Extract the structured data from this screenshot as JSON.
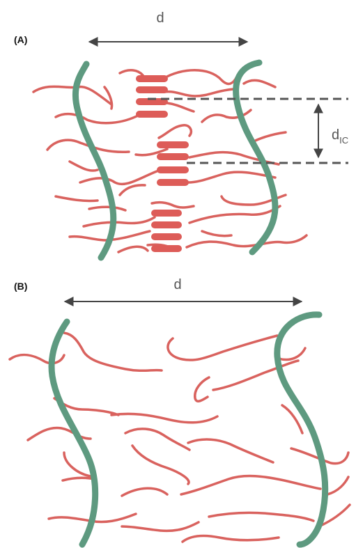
{
  "panels": [
    {
      "id": "A",
      "label": "(A)",
      "spacing_label": "d",
      "interlayer_label_main": "d",
      "interlayer_label_sub": "IC"
    },
    {
      "id": "B",
      "label": "(B)",
      "spacing_label": "d"
    }
  ],
  "colors": {
    "backbone": "#5e9a80",
    "side_chain": "#d9625e",
    "crystalline_stack": "#dd5c58",
    "annotation": "#555555"
  }
}
